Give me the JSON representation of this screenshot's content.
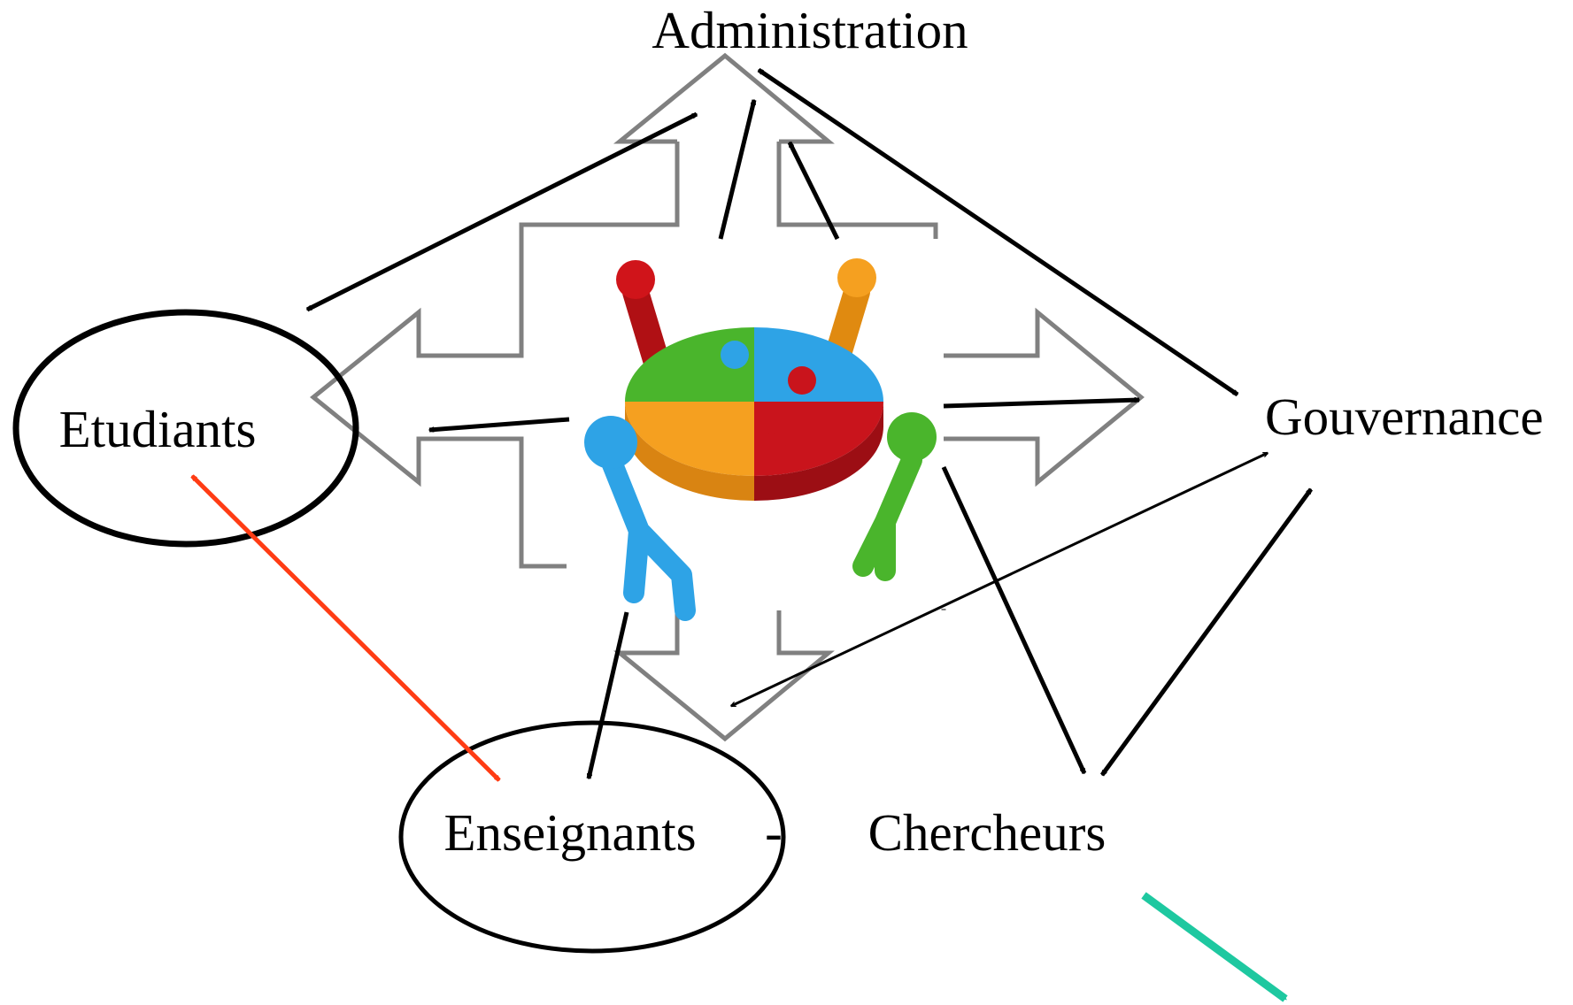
{
  "diagram": {
    "nodes": {
      "administration": {
        "label": "Administration"
      },
      "etudiants": {
        "label": "Etudiants"
      },
      "gouvernance": {
        "label": "Gouvernance"
      },
      "enseignants": {
        "label": "Enseignants"
      },
      "chercheurs": {
        "label": "Chercheurs"
      }
    },
    "stray_mark": "-",
    "center_image": {
      "icon": "puzzle-team-icon",
      "figure_colors": [
        "#d0141a",
        "#f5a020",
        "#2ea3e6",
        "#4ab52c"
      ],
      "puzzle_colors": [
        "#4ab52c",
        "#2ea3e6",
        "#f5a020",
        "#c9141c"
      ]
    },
    "colors": {
      "arrow": "#000000",
      "block_arrow_outline": "#808080",
      "red_arrow": "#ff3c14",
      "teal_arrow": "#1ec8a0",
      "ellipse": "#000000"
    }
  }
}
